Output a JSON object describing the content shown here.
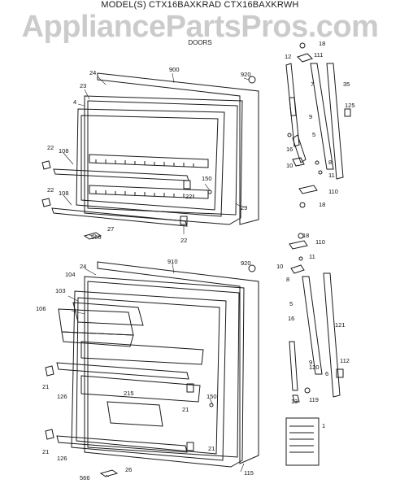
{
  "header": {
    "models": "MODEL(S) CTX16BAXKRAD CTX16BAXKRWH"
  },
  "subtitle": "DOORS",
  "watermark": "AppliancePartsPros.com",
  "colors": {
    "line": "#1a1a1a",
    "watermark": "#a0a0a0"
  },
  "callouts": {
    "upper_door": [
      "24",
      "900",
      "920",
      "23",
      "4",
      "22",
      "108",
      "22",
      "108",
      "150",
      "22",
      "29",
      "27",
      "566",
      "22"
    ],
    "upper_hinge": [
      "18",
      "12",
      "111",
      "7",
      "35",
      "125",
      "9",
      "16",
      "5",
      "10",
      "8",
      "11",
      "110",
      "18"
    ],
    "lower_door": [
      "24",
      "910",
      "920",
      "104",
      "103",
      "106",
      "21",
      "126",
      "215",
      "150",
      "21",
      "21",
      "126",
      "21",
      "566",
      "26",
      "115"
    ],
    "lower_hinge": [
      "18",
      "110",
      "11",
      "10",
      "8",
      "5",
      "16",
      "121",
      "9",
      "120",
      "6",
      "13",
      "119",
      "112",
      "1"
    ]
  }
}
